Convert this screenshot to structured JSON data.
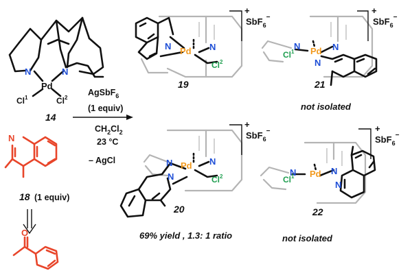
{
  "colors": {
    "palladium": "#f29a1f",
    "chlorine": "#1e9e4f",
    "nitrogen": "#1f4fd6",
    "substrate": "#e8452a",
    "ghost": "#b4b4b4",
    "text": "#111111"
  },
  "complex_14": {
    "compound_number": "14",
    "pd": "Pd",
    "n_left": "N",
    "n_right": "N",
    "cl1": "Cl",
    "cl1_sup": "1",
    "cl2": "Cl",
    "cl2_sup": "2"
  },
  "ligand_18": {
    "compound_number": "18",
    "n_atom": "N",
    "equiv_text": "(1 equiv)"
  },
  "ketone": {
    "o_atom": "O"
  },
  "conditions": {
    "reagent": "AgSbF",
    "reagent_sub": "6",
    "reagent_equiv": "(1 equiv)",
    "solvent": "CH",
    "solvent_sub1": "2",
    "solvent_cl": "Cl",
    "solvent_sub2": "2",
    "temperature": "23 °C",
    "byproduct": "– AgCl"
  },
  "counterion": {
    "charge": "+",
    "anion": "SbF",
    "anion_sub": "6",
    "anion_sup": "−"
  },
  "products": [
    {
      "number": "19",
      "pd": "Pd",
      "n": "N",
      "cl": "Cl",
      "cl_sup": "2",
      "status": ""
    },
    {
      "number": "21",
      "pd": "Pd",
      "n": "N",
      "cl": "Cl",
      "cl_sup": "1",
      "status": "not isolated"
    },
    {
      "number": "20",
      "pd": "Pd",
      "n": "N",
      "cl": "Cl",
      "cl_sup": "2",
      "status": "69% yield , 1.3: 1 ratio"
    },
    {
      "number": "22",
      "pd": "Pd",
      "n": "N",
      "cl": "Cl",
      "cl_sup": "1",
      "status": "not isolated"
    }
  ]
}
